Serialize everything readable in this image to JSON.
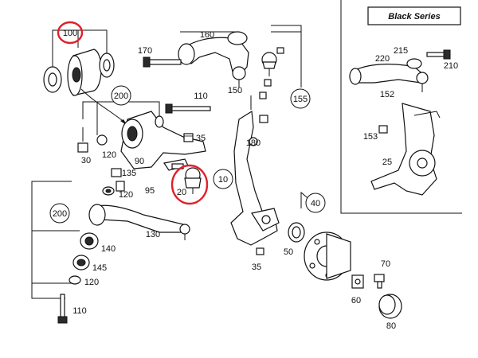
{
  "inset": {
    "title": "Black Series"
  },
  "labels": {
    "p100": "100",
    "p170": "170",
    "p160": "160",
    "p150": "150",
    "p200a": "200",
    "p110a": "110",
    "p155": "155",
    "p180": "180",
    "p30": "30",
    "p120a": "120",
    "p35a": "35",
    "p90": "90",
    "p20": "20",
    "p10": "10",
    "p135": "135",
    "p120b": "120",
    "p95": "95",
    "p200b": "200",
    "p130": "130",
    "p140": "140",
    "p145": "145",
    "p120c": "120",
    "p110b": "110",
    "p40": "40",
    "p50": "50",
    "p35b": "35",
    "p70": "70",
    "p60": "60",
    "p80": "80",
    "p220": "220",
    "p215": "215",
    "p210": "210",
    "p152": "152",
    "p153": "153",
    "p25": "25"
  },
  "colors": {
    "highlight": "#e0202a",
    "ink": "#111111"
  }
}
